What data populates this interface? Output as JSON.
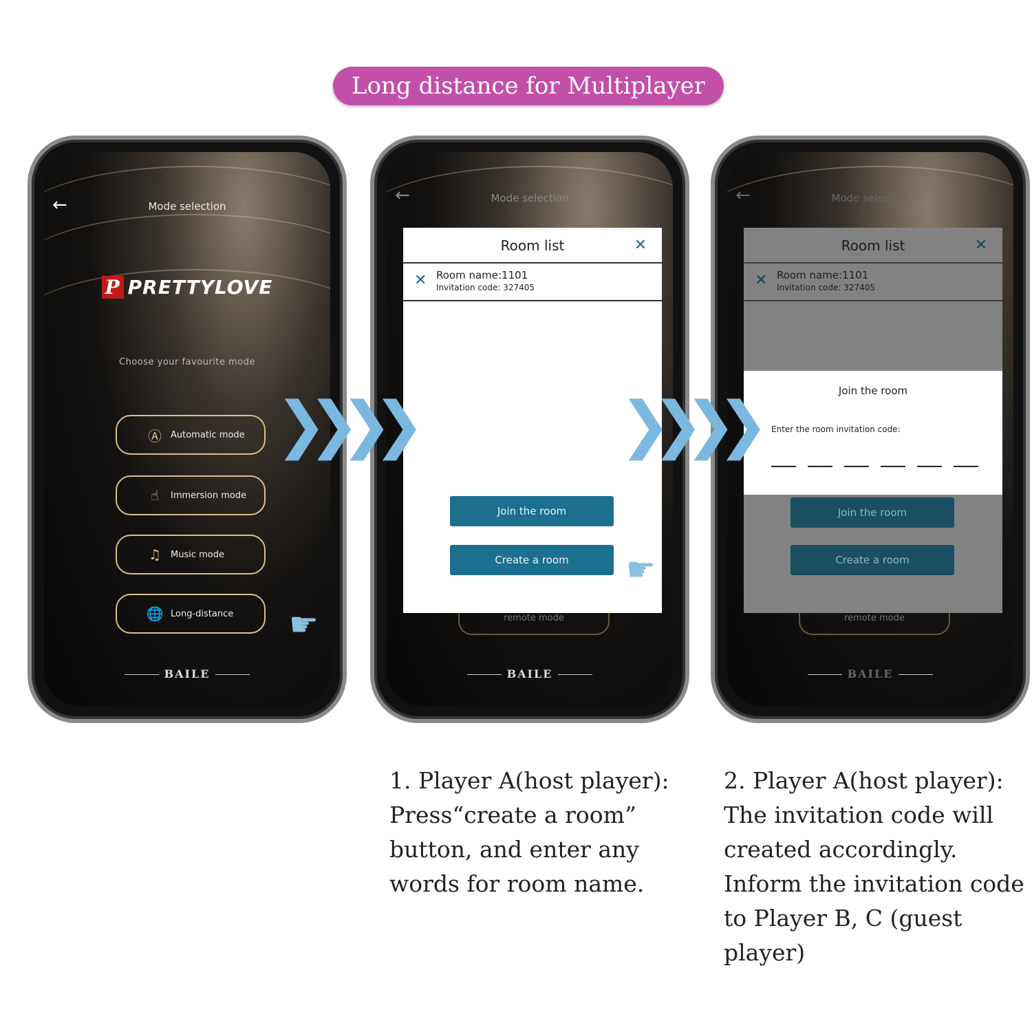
{
  "banner": "Long distance for Multiplayer",
  "app": {
    "nav_title": "Mode selection",
    "brand_logo": "PRETTYLOVE",
    "subtitle": "Choose your favourite mode",
    "modes": [
      {
        "label": "Automatic mode",
        "icon": "automatic-icon"
      },
      {
        "label": "Immersion mode",
        "icon": "hand-touch-icon"
      },
      {
        "label": "Music mode",
        "icon": "music-note-icon"
      },
      {
        "label": "Long-distance",
        "icon": "globe-icon"
      }
    ],
    "footer": "BAILE",
    "remote_mode": "remote mode"
  },
  "room_list": {
    "title": "Room list",
    "room_name": "Room name:1101",
    "invitation_code": "Invitation code:  327405",
    "join_button": "Join the room",
    "create_button": "Create a room"
  },
  "join_dialog": {
    "title": "Join the room",
    "prompt": "Enter the room invitation code:"
  },
  "captions": {
    "step1": "1. Player A(host player): Press“create a room” button, and enter any words for room name.",
    "step2": "2. Player A(host player): The invitation code will created accordingly. Inform the invitation code to Player B, C (guest player)"
  },
  "colors": {
    "banner": "#c24fa8",
    "button": "#1d6f8f",
    "mode_border": "#d9c08a"
  }
}
